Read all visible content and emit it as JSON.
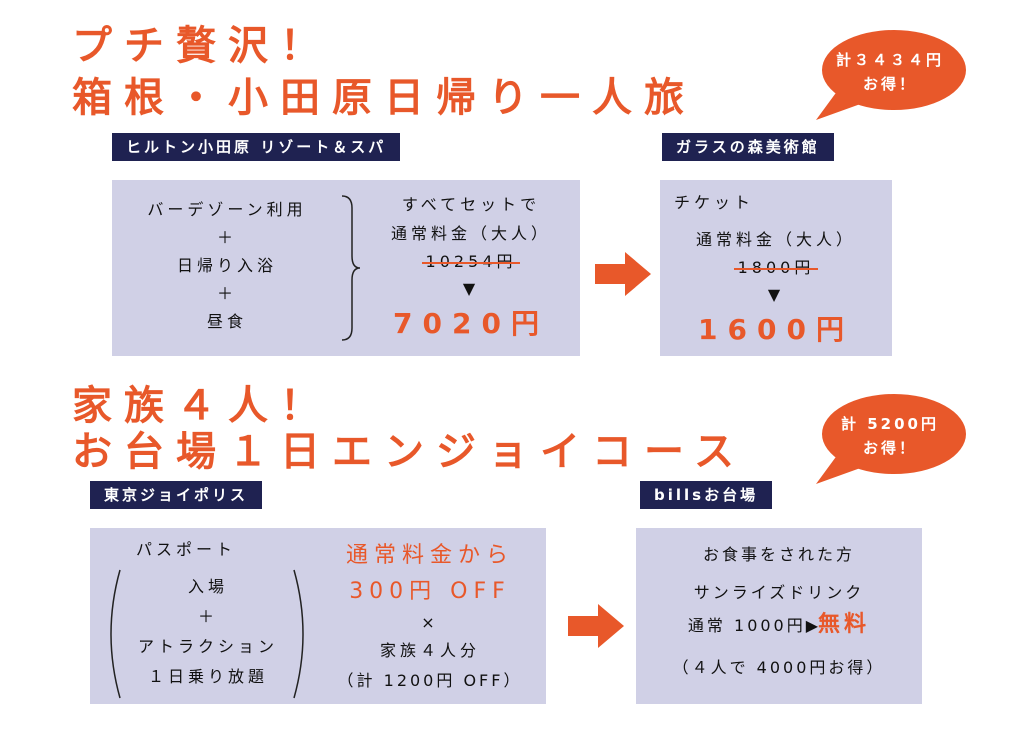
{
  "colors": {
    "accent": "#e8582a",
    "label_bg": "#1f2251",
    "panel_bg": "#d0d0e6"
  },
  "section1": {
    "headline_line1": "プチ贅沢！",
    "headline_line2": "箱根・小田原日帰り一人旅",
    "bubble_line1": "計３４３４円",
    "bubble_line2": "お得！",
    "venue1": {
      "label": "ヒルトン小田原 リゾート＆スパ",
      "items": [
        "バーデゾーン利用",
        "＋",
        "日帰り入浴",
        "＋",
        "昼食"
      ],
      "set_text": "すべてセットで",
      "regular_label": "通常料金（大人）",
      "regular_price": "10254円",
      "down_marker": "▼",
      "deal_price": "7020円"
    },
    "venue2": {
      "label": "ガラスの森美術館",
      "ticket": "チケット",
      "regular_label": "通常料金（大人）",
      "regular_price": "1800円",
      "down_marker": "▼",
      "deal_price": "1600円"
    }
  },
  "section2": {
    "headline_line1": "家族４人！",
    "headline_line2": "お台場１日エンジョイコース",
    "bubble_line1": "計 5200円",
    "bubble_line2": "お得！",
    "venue1": {
      "label": "東京ジョイポリス",
      "passport": "パスポート",
      "items": [
        "入場",
        "＋",
        "アトラクション",
        "１日乗り放題"
      ],
      "discount_line1": "通常料金から",
      "discount_line2": "300円 OFF",
      "times": "×",
      "family": "家族４人分",
      "total": "（計 1200円 OFF）"
    },
    "venue2": {
      "label": "billsお台場",
      "condition": "お食事をされた方",
      "drink": "サンライズドリンク",
      "regular": "通常 1000円",
      "arrow_marker": "▶",
      "free": "無料",
      "saving": "（４人で 4000円お得）"
    }
  }
}
